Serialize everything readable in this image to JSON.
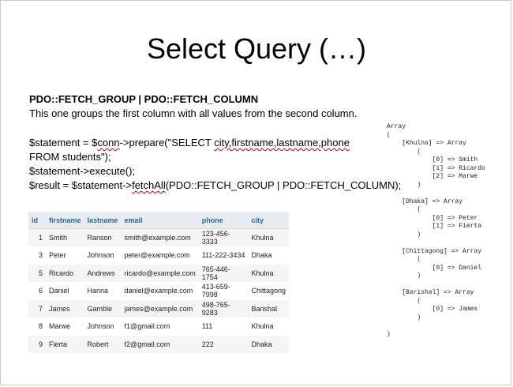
{
  "slide": {
    "title": "Select Query (…)",
    "subtitle": "PDO::FETCH_GROUP | PDO::FETCH_COLUMN",
    "description": "This one groups the first column with all values from the second column."
  },
  "code": {
    "line1_a": "$statement = $",
    "line1_b": "conn",
    "line1_c": "->prepare(\"SELECT ",
    "line1_d": "city,firstname,lastname,phone",
    "line2": "FROM students\");",
    "line3": "$statement->execute();",
    "line4_a": "$result = $statement->",
    "line4_b": "fetchAll",
    "line4_c": "(PDO::FETCH_GROUP | PDO::FETCH_COLUMN);"
  },
  "table": {
    "headers": [
      "id",
      "firstname",
      "lastname",
      "email",
      "phone",
      "city"
    ],
    "rows": [
      [
        "1",
        "Smith",
        "Ranson",
        "smith@example.com",
        "123-456-3333",
        "Khulna"
      ],
      [
        "3",
        "Peter",
        "Johnson",
        "peter@example.com",
        "111-222-3434",
        "Dhaka"
      ],
      [
        "5",
        "Ricardo",
        "Andrews",
        "ricardo@example.com",
        "765-446-1754",
        "Khulna"
      ],
      [
        "6",
        "Daniel",
        "Hanna",
        "daniel@example.com",
        "413-659-7998",
        "Chittagong"
      ],
      [
        "7",
        "James",
        "Gamble",
        "james@example.com",
        "498-765-9283",
        "Barishal"
      ],
      [
        "8",
        "Marwe",
        "Johnson",
        "f1@gmail.com",
        "111",
        "Khulna"
      ],
      [
        "9",
        "Fierta",
        "Robert",
        "f2@gmail.com",
        "222",
        "Dhaka"
      ]
    ]
  },
  "array_dump": [
    "Array",
    "(",
    "    [Khulna] => Array",
    "        (",
    "            [0] => Smith",
    "            [1] => Ricardo",
    "            [2] => Marwe",
    "        )",
    "",
    "    [Dhaka] => Array",
    "        (",
    "            [0] => Peter",
    "            [1] => Fierta",
    "        )",
    "",
    "    [Chittagong] => Array",
    "        (",
    "            [0] => Daniel",
    "        )",
    "",
    "    [Barishal] => Array",
    "        (",
    "            [0] => James",
    "        )",
    "",
    ")"
  ]
}
